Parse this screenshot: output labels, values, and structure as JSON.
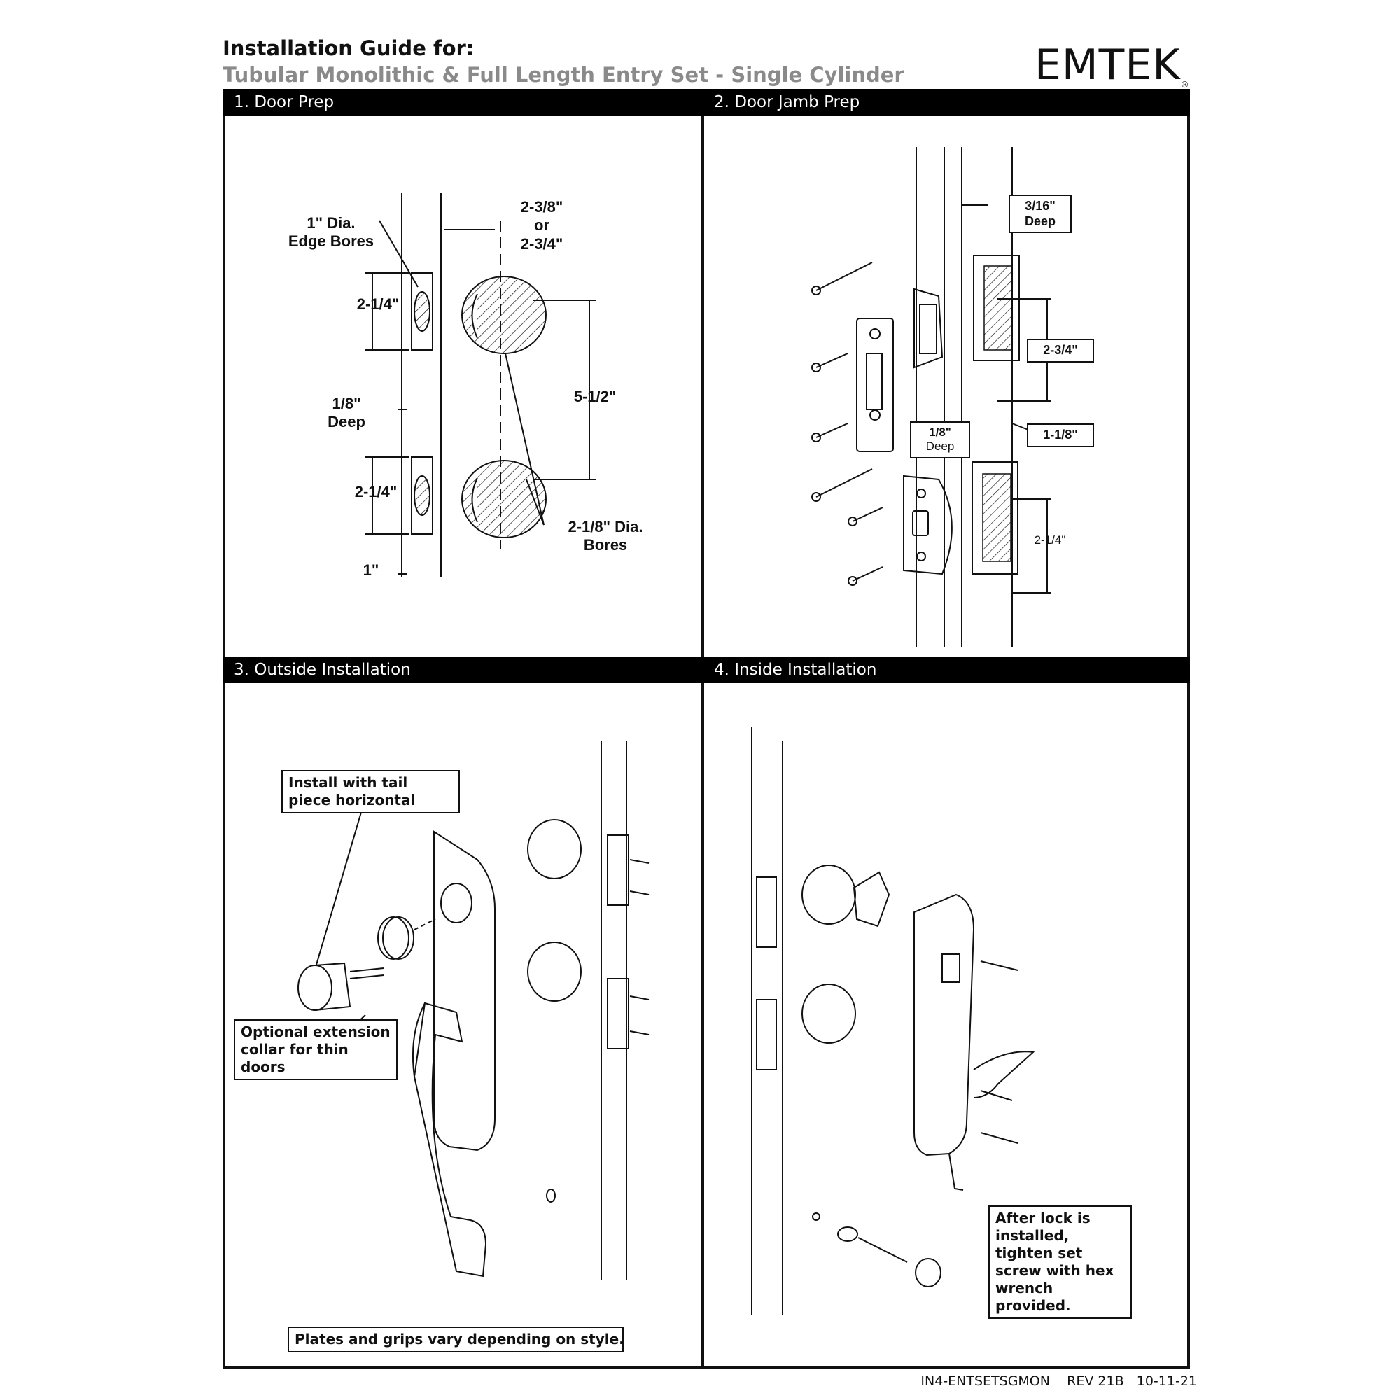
{
  "header": {
    "title": "Installation Guide for:",
    "subtitle": "Tubular Monolithic & Full Length Entry Set - Single Cylinder",
    "brand": "EMTEK",
    "brand_mark": "®"
  },
  "panels": [
    {
      "label": "1. Door Prep",
      "dimensions": {
        "edge_bores": "1\" Dia.\nEdge Bores",
        "backset": "2-3/8\"\nor\n2-3/4\"",
        "top_spacing": "2-1/4\"",
        "center_spacing": "5-1/2\"",
        "depth": "1/8\"\nDeep",
        "bottom_spacing": "2-1/4\"",
        "bore_dia": "2-1/8\" Dia.\nBores",
        "edge": "1\""
      }
    },
    {
      "label": "2. Door Jamb Prep",
      "dimensions": {
        "strike_depth": "3/16\"\nDeep",
        "height": "2-3/4\"",
        "offset": "1-1/8\"",
        "plate_depth_value": "1/8\"",
        "plate_depth_word": "Deep",
        "lower_height": "2-1/4\""
      }
    },
    {
      "label": "3. Outside Installation",
      "callouts": {
        "tail_piece": "Install with tail piece horizontal",
        "collar": "Optional extension collar for thin doors",
        "plates": "Plates and grips vary depending on style."
      }
    },
    {
      "label": "4. Inside Installation",
      "callouts": {
        "set_screw": "After lock is installed, tighten set screw with hex wrench provided."
      }
    }
  ],
  "footer": {
    "doc_code": "IN4-ENTSETSGMON",
    "revision": "REV 21B",
    "date": "10-11-21"
  },
  "colors": {
    "ink": "#111111",
    "subtitle": "#8a8a8a",
    "bar": "#000000"
  }
}
